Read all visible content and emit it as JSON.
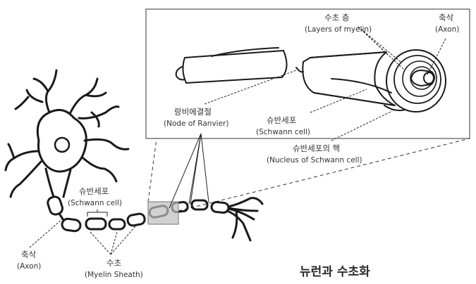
{
  "labels": {
    "myelin_layers": {
      "ko": "수초 층",
      "en": "(Layers of myelin)"
    },
    "axon_inset": {
      "ko": "축삭",
      "en": "(Axon)"
    },
    "node_of_ranvier": {
      "ko": "랑비에결절",
      "en": "(Node of Ranvier)"
    },
    "schwann_cell_inset": {
      "ko": "슈반세포",
      "en": "(Schwann cell)"
    },
    "schwann_nucleus": {
      "ko": "슈반세포의 핵",
      "en": "(Nucleus of Schwann cell)"
    },
    "schwann_cell_main": {
      "ko": "슈반세포",
      "en": "(Schwann cell)"
    },
    "axon_main": {
      "ko": "축삭",
      "en": "(Axon)"
    },
    "myelin_sheath": {
      "ko": "수초",
      "en": "(Myelin Sheath)"
    }
  },
  "title": "뉴런과 수초화"
}
